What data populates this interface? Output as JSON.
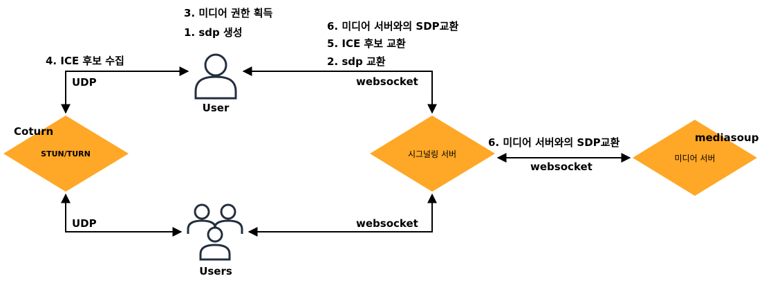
{
  "nodes": {
    "coturn": {
      "title": "Coturn",
      "label": "STUN/TURN"
    },
    "signaling": {
      "label": "시그널링 서버"
    },
    "media": {
      "title": "mediasoup",
      "label": "미디어 서버"
    },
    "user": {
      "label": "User"
    },
    "users": {
      "label": "Users"
    }
  },
  "steps": {
    "user_top_1": "3. 미디어 권한 획득",
    "user_top_2": "1. sdp 생성",
    "ice_gather": "4. ICE 후보 수집",
    "sig_1": "6. 미디어 서버와의 SDP교환",
    "sig_2": "5. ICE 후보 교환",
    "sig_3": "2. sdp 교환",
    "media_exchange": "6. 미디어 서버와의 SDP교환"
  },
  "edges": {
    "coturn_user": "UDP",
    "coturn_users": "UDP",
    "sig_user": "websocket",
    "sig_users": "websocket",
    "sig_media": "websocket"
  },
  "colors": {
    "diamond": "#ffa726",
    "icon": "#232f3e"
  }
}
